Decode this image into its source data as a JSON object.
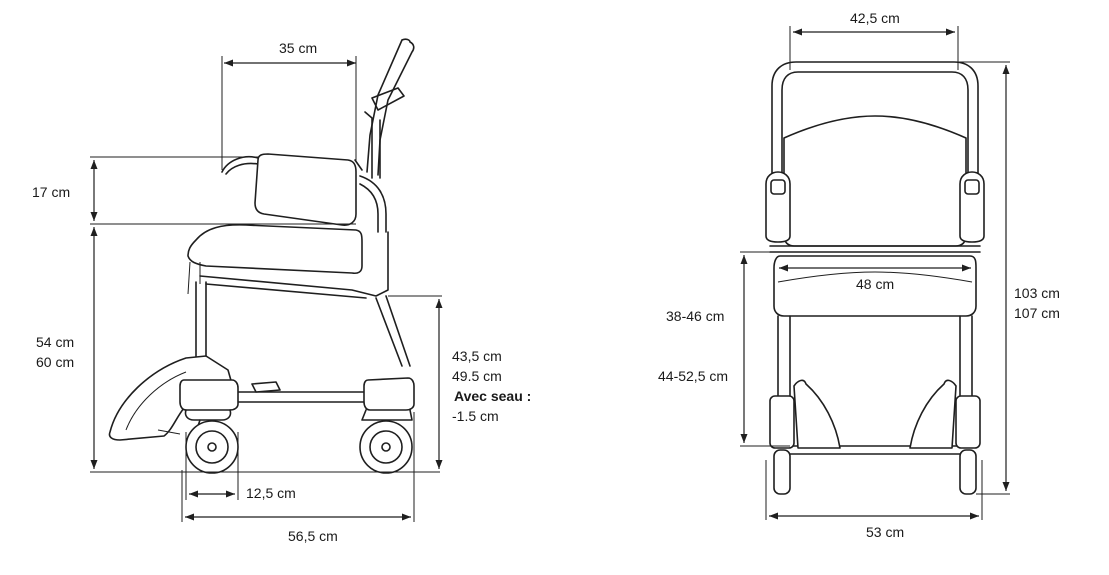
{
  "side_view": {
    "backrest_depth": "35 cm",
    "armrest_height": "17 cm",
    "seat_height_line1": "54 cm",
    "seat_height_line2": "60 cm",
    "frame_height_line1": "43,5 cm",
    "frame_height_line2": "49.5 cm",
    "bucket_label": "Avec seau :",
    "bucket_value": "-1.5 cm",
    "wheel_diameter": "12,5 cm",
    "total_depth": "56,5 cm"
  },
  "front_view": {
    "backrest_width": "42,5 cm",
    "total_height_line1": "103 cm",
    "total_height_line2": "107 cm",
    "seat_width": "48 cm",
    "armrest_range": "38-46 cm",
    "footrest_range": "44-52,5 cm",
    "total_width": "53 cm"
  }
}
